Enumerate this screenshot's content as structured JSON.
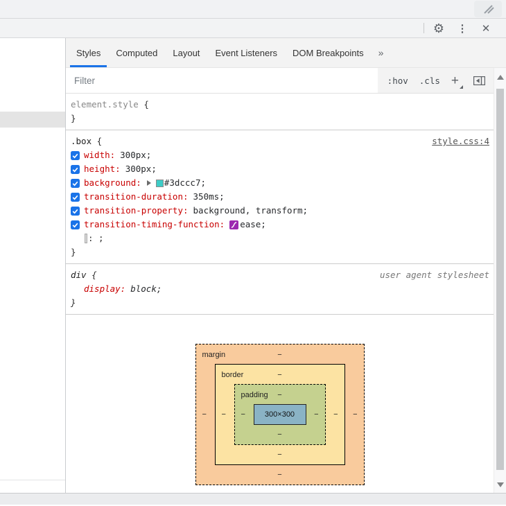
{
  "devtools": {
    "syntax": {
      "open_brace": "{",
      "close_brace": "}"
    },
    "toolbar": {
      "gear": "⚙",
      "kebab": "⋮",
      "close": "✕"
    },
    "tabs": {
      "items": [
        "Styles",
        "Computed",
        "Layout",
        "Event Listeners",
        "DOM Breakpoints"
      ],
      "overflow": "»",
      "active": "Styles"
    },
    "filter": {
      "placeholder": "Filter",
      "pseudo_button": ":hov",
      "class_button": ".cls",
      "add_button": "+"
    },
    "rules": {
      "element_style": {
        "selector": "element.style"
      },
      "box": {
        "selector": ".box",
        "source": "style.css:4",
        "properties": [
          {
            "name": "width:",
            "value": "300px;"
          },
          {
            "name": "height:",
            "value": "300px;"
          },
          {
            "name": "background:",
            "value": "#3dccc7;",
            "swatch_color": "#3dccc7"
          },
          {
            "name": "transition-duration:",
            "value": "350ms;"
          },
          {
            "name": "transition-property:",
            "value": "background, transform;"
          },
          {
            "name": "transition-timing-function:",
            "value": "ease;"
          }
        ],
        "new_property_text": ": ;"
      },
      "div": {
        "selector": "div",
        "source": "user agent stylesheet",
        "properties": [
          {
            "name": "display:",
            "value": "block;"
          }
        ]
      }
    },
    "box_model": {
      "margin_label": "margin",
      "border_label": "border",
      "padding_label": "padding",
      "content_size": "300×300",
      "dash": "−",
      "colors": {
        "margin": "#f9cb9d",
        "border": "#fce3a3",
        "padding": "#c5d18f",
        "content": "#8ab3c5"
      }
    },
    "colors": {
      "accent": "#1a73e8",
      "property_red": "#c80000",
      "swatch_teal": "#3dccc7",
      "bezier_purple": "#9c27b0"
    }
  }
}
